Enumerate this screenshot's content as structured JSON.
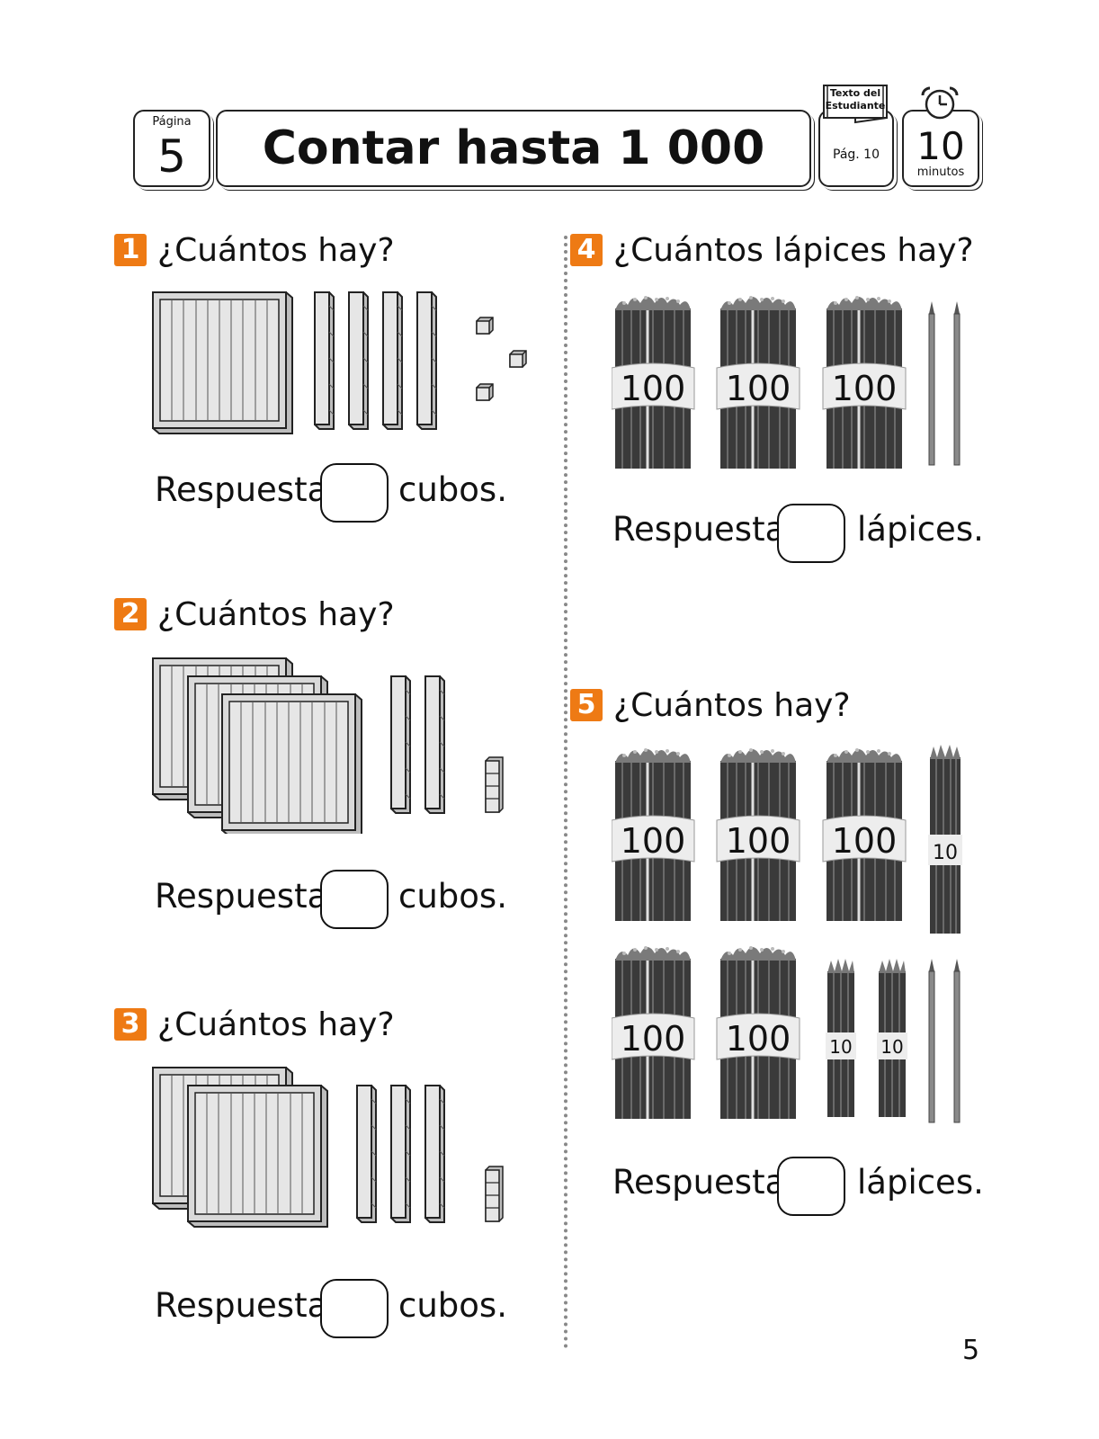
{
  "header": {
    "page_label": "Página",
    "page_number": "5",
    "title": "Contar hasta 1 000",
    "textbook_label_1": "Texto del",
    "textbook_label_2": "Estudiante",
    "textbook_page": "Pág. 10",
    "time_value": "10",
    "time_unit": "minutos"
  },
  "questions": [
    {
      "number": "1",
      "text": "¿Cuántos hay?",
      "answer_label": "Respuesta:",
      "unit": "cubos.",
      "hundreds": 1,
      "tens": 4,
      "ones": 3
    },
    {
      "number": "2",
      "text": "¿Cuántos hay?",
      "answer_label": "Respuesta:",
      "unit": "cubos.",
      "hundreds": 3,
      "tens": 2,
      "ones": 4
    },
    {
      "number": "3",
      "text": "¿Cuántos hay?",
      "answer_label": "Respuesta:",
      "unit": "cubos.",
      "hundreds": 2,
      "tens": 3,
      "ones": 4
    },
    {
      "number": "4",
      "text": "¿Cuántos lápices hay?",
      "answer_label": "Respuesta:",
      "unit": "lápices.",
      "bundle_label": "100"
    },
    {
      "number": "5",
      "text": "¿Cuántos hay?",
      "answer_label": "Respuesta:",
      "unit": "lápices.",
      "bundle_label": "100",
      "small_bundle_label": "10"
    }
  ],
  "footer": {
    "page_number": "5"
  },
  "colors": {
    "accent": "#ee7a14",
    "block_fill": "#d9d9d9",
    "pencil": "#3a3a3a"
  }
}
